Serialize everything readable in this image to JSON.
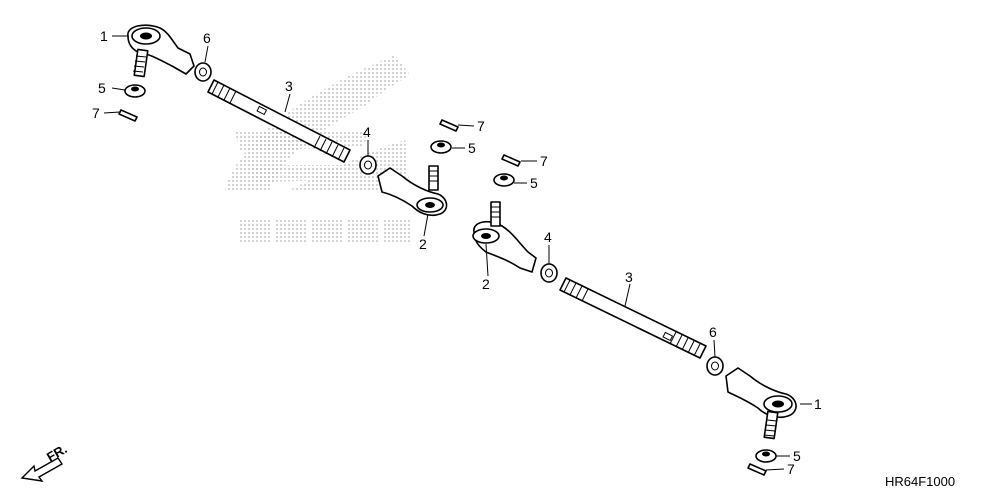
{
  "labels": {
    "tie_rod_end_outer": "1",
    "tie_rod_end_inner": "2",
    "tie_rod": "3",
    "jam_nut_inner": "4",
    "castle_nut": "5",
    "jam_nut_outer": "6",
    "cotter_pin": "7"
  },
  "direction_marker": "FR.",
  "diagram_code": "HR64F1000",
  "colors": {
    "line": "#000000",
    "watermark": "#bdbdbd",
    "background": "#ffffff"
  }
}
